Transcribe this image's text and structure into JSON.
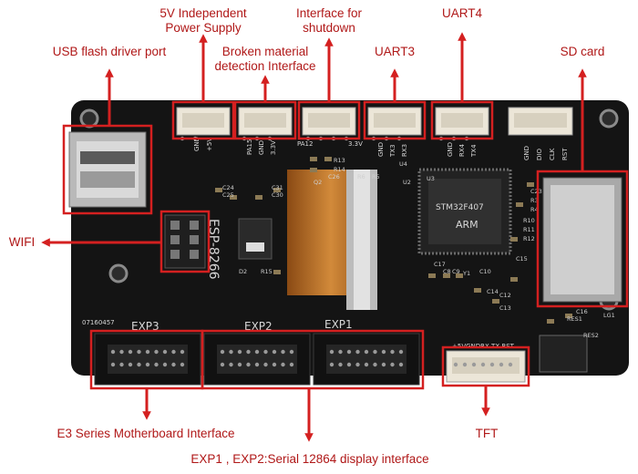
{
  "labels": {
    "power": [
      "5V Independent",
      "Power Supply"
    ],
    "usb": "USB flash driver port",
    "broken": [
      "Broken material",
      "detection Interface"
    ],
    "shutdown": [
      "Interface for",
      "shutdown"
    ],
    "uart3": "UART3",
    "uart4": "UART4",
    "sdcard": "SD card",
    "wifi": "WIFI",
    "e3": "E3 Series Motherboard Interface",
    "tft": "TFT",
    "exp": "EXP1 , EXP2:Serial 12864 display interface"
  },
  "board": {
    "module": "ESP-8266",
    "exp3": "EXP3",
    "exp2": "EXP2",
    "exp1": "EXP1",
    "serial": "07160457",
    "chip": [
      "STM32F407",
      "ARM"
    ],
    "pins_power": [
      "GND",
      "+5V"
    ],
    "pins_broken": [
      "PA15",
      "GND",
      "3.3V"
    ],
    "pins_shutdown": [
      "PA12",
      "3.3V"
    ],
    "pins_uart3": [
      "GND",
      "TX3",
      "RX3"
    ],
    "pins_uart4": [
      "GND",
      "RX4",
      "TX4"
    ],
    "pins_sd": [
      "GND",
      "DIO",
      "CLK",
      "RST"
    ],
    "tft_pins": "+5VGNDRX TX RST",
    "refs": [
      "R13",
      "R14",
      "Q2",
      "C24",
      "C25",
      "C31",
      "C30",
      "D2",
      "R15",
      "C17",
      "C8",
      "C9",
      "Y1",
      "C10",
      "C14",
      "C12",
      "C13",
      "C23",
      "R3",
      "R4",
      "R10",
      "R11",
      "R12",
      "C15",
      "RES1",
      "RES2",
      "LG1",
      "C16",
      "C26",
      "R6",
      "R5",
      "U4",
      "U2",
      "U3"
    ]
  },
  "colors": {
    "accent": "#d42020",
    "pcb": "#141414",
    "label": "#b01818"
  }
}
